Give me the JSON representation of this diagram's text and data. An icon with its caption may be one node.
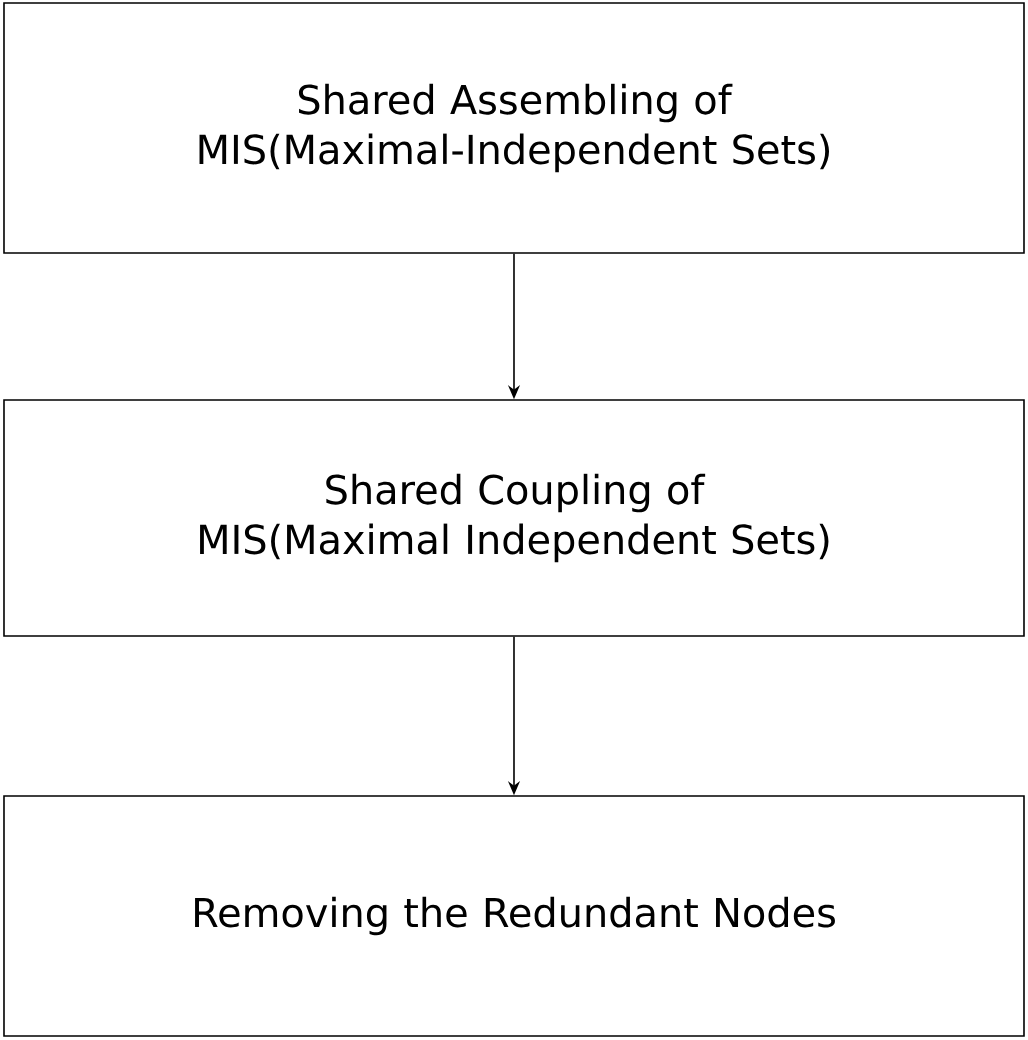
{
  "diagram": {
    "nodes": [
      {
        "text": [
          "Shared Assembling of MIS(Maximal-Independent Sets)"
        ]
      },
      {
        "text": [
          "Shared Coupling of MIS(Maximal Independent Sets)"
        ]
      },
      {
        "text": [
          "Removing the Redundant Nodes"
        ]
      }
    ],
    "edges": [
      {
        "from": 0,
        "to": 1,
        "arrow": "to"
      },
      {
        "from": 1,
        "to": 2,
        "arrow": "to"
      }
    ]
  }
}
